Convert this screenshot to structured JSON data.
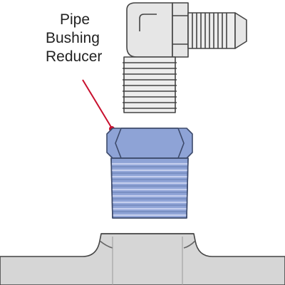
{
  "callout": {
    "lines": [
      "Pipe",
      "Bushing",
      "Reducer"
    ]
  },
  "parts": {
    "elbow_fitting": {
      "name": "elbow-fitting",
      "fill": "#e6e6e6"
    },
    "bushing": {
      "name": "pipe-bushing-reducer",
      "fill": "#8ea3d6"
    },
    "port_body": {
      "name": "port-body",
      "fill": "#d6d6d6"
    }
  },
  "colors": {
    "outline": "#444444",
    "leader": "#c8102e",
    "thread_light": "#c5cfee",
    "thread_dark": "#6f84b8"
  }
}
